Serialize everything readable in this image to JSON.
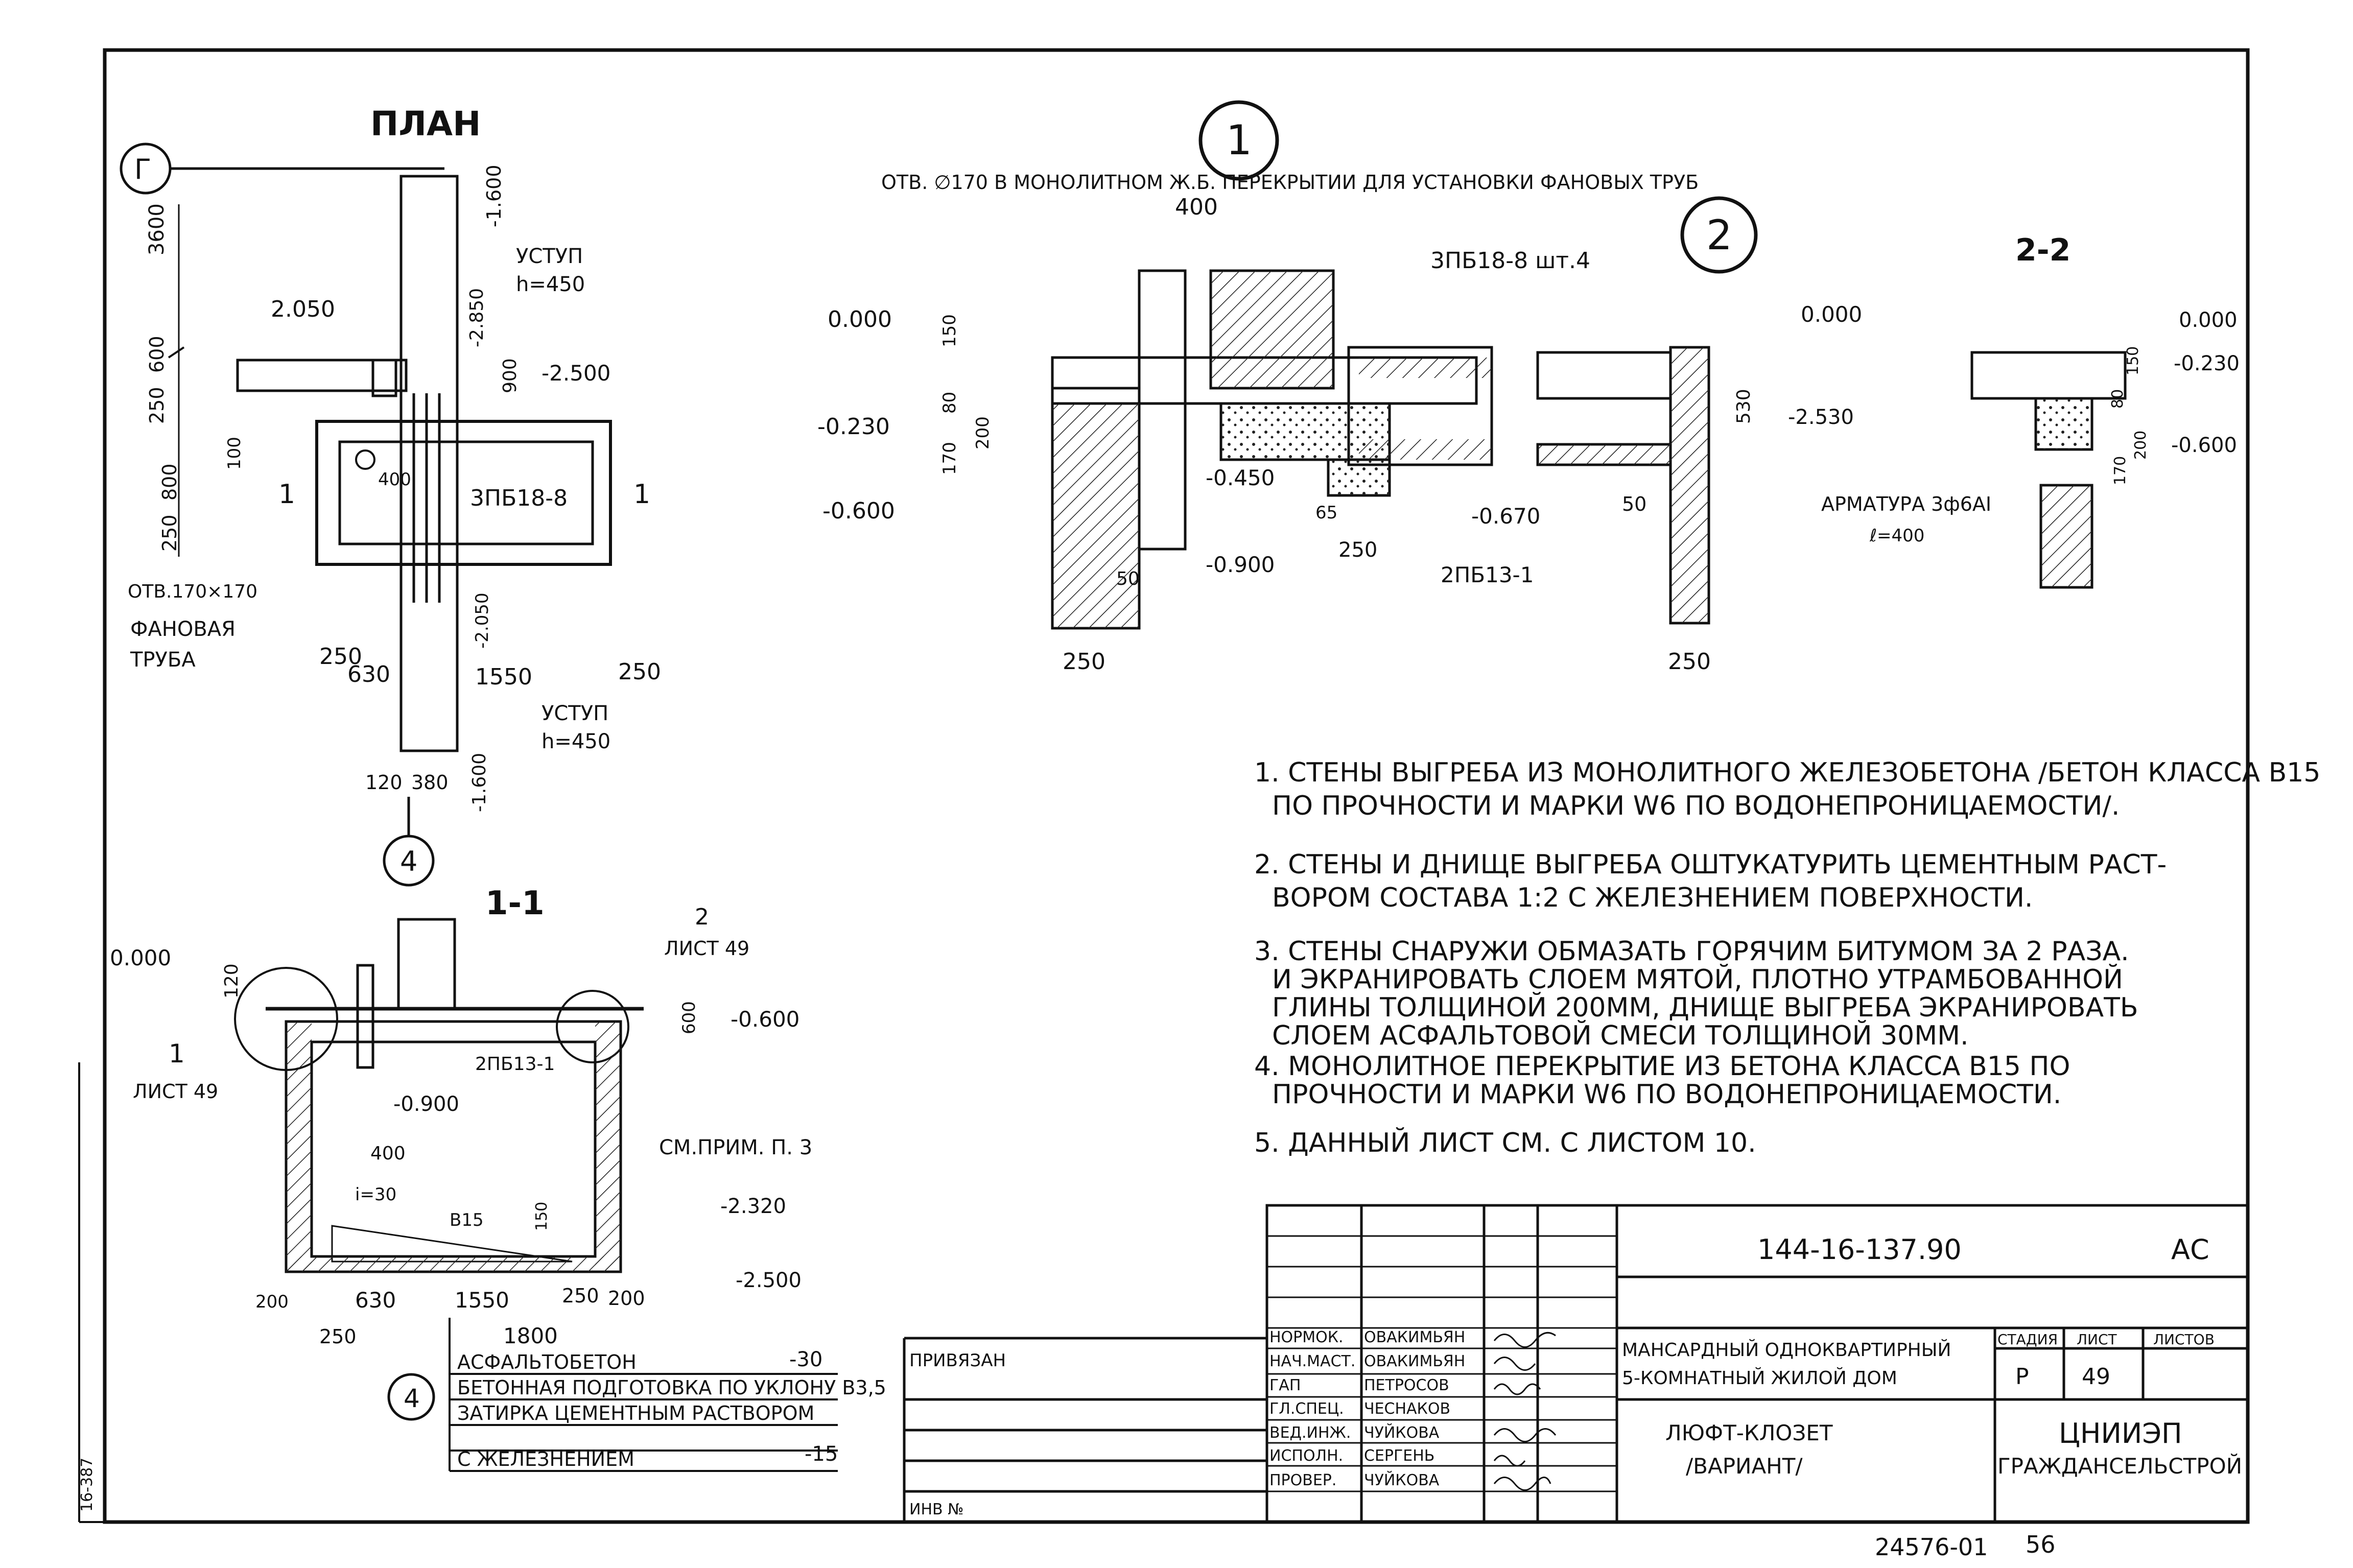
{
  "plan": {
    "title": "ПЛАН",
    "axis_g": "Г",
    "axis_4": "4",
    "dims": {
      "d3600": "3600",
      "d1600_top": "-1.600",
      "d2050": "2.050",
      "ustup": "УСТУП",
      "h450": "h=450",
      "d2850": "-2.850",
      "d900": "900",
      "d2500": "-2.500",
      "d600": "600",
      "d250a": "250",
      "d800": "800",
      "d250b": "250",
      "d100": "100",
      "d400": "400",
      "block": "3ПБ18-8",
      "hole": "ОТВ.170×170",
      "pipe1": "ФАНОВАЯ",
      "pipe2": "ТРУБА",
      "d250c": "250",
      "d630": "630",
      "d1550": "1550",
      "d250d": "250",
      "d2050b": "-2.050",
      "ustup2": "УСТУП",
      "h450b": "h=450",
      "d120": "120",
      "d380": "380",
      "d1600_bot": "-1.600",
      "cut1": "1"
    }
  },
  "section_1_1": {
    "title": "1-1",
    "ref1_num": "1",
    "ref1_sheet": "ЛИСТ 49",
    "ref2_num": "2",
    "ref2_sheet": "ЛИСТ 49",
    "elev_000": "0.000",
    "d120": "120",
    "elev_0600": "-0.600",
    "d600": "600",
    "block": "2ПБ13-1",
    "elev_0900": "-0.900",
    "d400": "400",
    "i30": "i=30",
    "b15": "В15",
    "d150": "150",
    "see_note": "СМ.ПРИМ. П. 3",
    "elev_2320": "-2.320",
    "elev_2500": "-2.500",
    "bot_dims": [
      "200",
      "630",
      "1550",
      "250",
      "200"
    ],
    "d250": "250",
    "d1800": "1800",
    "axis_4": "4",
    "layers": [
      {
        "name": "АСФАЛЬТОБЕТОН",
        "value": "-30"
      },
      {
        "name": "БЕТОННАЯ ПОДГОТОВКА ПО УКЛОНУ В3,5",
        "value": ""
      },
      {
        "name": "ЗАТИРКА ЦЕМЕНТНЫМ РАСТВОРОМ",
        "value": ""
      },
      {
        "name": "С ЖЕЛЕЗНЕНИЕМ",
        "value": "-15"
      }
    ]
  },
  "node_1": {
    "label": "1",
    "hole_note": "ОТВ. ∅170 В МОНОЛИТНОМ Ж.Б. ПЕРЕКРЫТИИ ДЛЯ УСТАНОВКИ ФАНОВЫХ ТРУБ",
    "d400": "400",
    "elev_000": "0.000",
    "d150": "150",
    "d80": "80",
    "d170": "170",
    "d200": "200",
    "elev_0230": "-0.230",
    "elev_0600": "-0.600",
    "elev_0450": "-0.450",
    "d50": "50",
    "elev_0900": "-0.900",
    "d250": "250",
    "block_top": "3ПБ18-8 шт.4",
    "d65": "65",
    "d250b": "250",
    "elev_0670": "-0.670",
    "block_bot": "2ПБ13-1"
  },
  "node_2": {
    "label": "2",
    "elev_000": "0.000",
    "d530": "530",
    "elev_2530": "-2.530",
    "d50": "50",
    "d250": "250"
  },
  "section_2_2": {
    "title": "2-2",
    "elev_000": "0.000",
    "elev_0230": "-0.230",
    "elev_0600": "-0.600",
    "d150": "150",
    "d80": "80",
    "d170": "170",
    "d200": "200",
    "rebar": "АРМАТУРА 3ф6АI",
    "rebar_len": "ℓ=400"
  },
  "notes": [
    "1. СТЕНЫ ВЫГРЕБА ИЗ МОНОЛИТНОГО ЖЕЛЕЗОБЕТОНА /БЕТОН КЛАССА В15",
    "ПО ПРОЧНОСТИ И МАРКИ W6 ПО ВОДОНЕПРОНИЦАЕМОСТИ/.",
    "2. СТЕНЫ И ДНИЩЕ ВЫГРЕБА ОШТУКАТУРИТЬ ЦЕМЕНТНЫМ РАСТ-",
    "ВОРОМ СОСТАВА 1:2 С ЖЕЛЕЗНЕНИЕМ ПОВЕРХНОСТИ.",
    "3. СТЕНЫ СНАРУЖИ ОБМАЗАТЬ ГОРЯЧИМ БИТУМОМ ЗА 2 РАЗА.",
    "И ЭКРАНИРОВАТЬ СЛОЕМ МЯТОЙ, ПЛОТНО УТРАМБОВАННОЙ",
    "ГЛИНЫ ТОЛЩИНОЙ 200ММ, ДНИЩЕ ВЫГРЕБА ЭКРАНИРОВАТЬ",
    "СЛОЕМ АСФАЛЬТОВОЙ СМЕСИ ТОЛЩИНОЙ 30ММ.",
    "4. МОНОЛИТНОЕ ПЕРЕКРЫТИЕ ИЗ БЕТОНА КЛАССА В15 ПО",
    "ПРОЧНОСТИ И МАРКИ W6 ПО ВОДОНЕПРОНИЦАЕМОСТИ.",
    "5. ДАННЫЙ ЛИСТ СМ. С ЛИСТОМ 10."
  ],
  "titleblock": {
    "code": "144-16-137.90",
    "mark": "АС",
    "roles": [
      "НОРМОК.",
      "НАЧ.МАСТ.",
      "ГАП",
      "ГЛ.СПЕЦ.",
      "ВЕД.ИНЖ.",
      "ИСПОЛН.",
      "ПРОВЕР."
    ],
    "names": [
      "ОВАКИМЬЯН",
      "ОВАКИМЬЯН",
      "ПЕТРОСОВ",
      "ЧЕСНАКОВ",
      "ЧУЙКОВА",
      "СЕРГЕНЬ",
      "ЧУЙКОВА"
    ],
    "project1": "МАНСАРДНЫЙ ОДНОКВАРТИРНЫЙ",
    "project2": "5-КОМНАТНЫЙ ЖИЛОЙ ДОМ",
    "sheet_title1": "ЛЮФТ-КЛОЗЕТ",
    "sheet_title2": "/ВАРИАНТ/",
    "stage_h": "СТАДИЯ",
    "sheet_h": "ЛИСТ",
    "sheets_h": "ЛИСТОВ",
    "stage": "Р",
    "sheet": "49",
    "org1": "ЦНИИЭП",
    "org2": "ГРАЖДАНСЕЛЬСТРОЙ",
    "privyazan": "ПРИВЯЗАН",
    "inv": "ИНВ №"
  },
  "bottom_number": "24576-01",
  "page_number": "56",
  "side_stamp": "16-387"
}
